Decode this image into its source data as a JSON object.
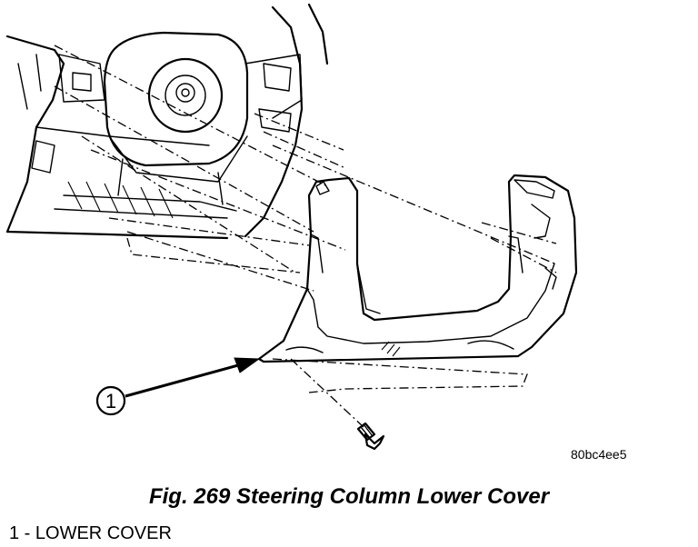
{
  "figure": {
    "callout_number": "1",
    "drawing_code": "80bc4ee5",
    "caption": "Fig. 269 Steering Column Lower Cover",
    "legend": [
      {
        "number": "1",
        "separator": " - ",
        "label": "LOWER COVER"
      }
    ]
  }
}
